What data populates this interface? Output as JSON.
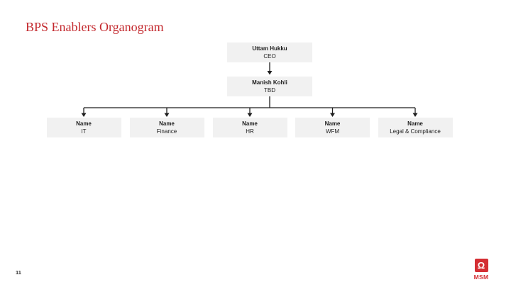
{
  "slide": {
    "title": "BPS Enablers Organogram",
    "page_number": "11"
  },
  "org": {
    "root": {
      "name": "Uttam Hukku",
      "role": "CEO"
    },
    "manager": {
      "name": "Manish Kohli",
      "role": "TBD"
    },
    "children": [
      {
        "name": "Name",
        "role": "IT"
      },
      {
        "name": "Name",
        "role": "Finance"
      },
      {
        "name": "Name",
        "role": "HR"
      },
      {
        "name": "Name",
        "role": "WFM"
      },
      {
        "name": "Name",
        "role": "Legal & Compliance"
      }
    ]
  },
  "footer": {
    "logo_glyph": "Ω",
    "logo_text": "MSM"
  },
  "colors": {
    "title_red": "#C3282D",
    "logo_red": "#D42E33",
    "box_background": "#F1F1F1",
    "connector_line": "#1F1F1F"
  }
}
